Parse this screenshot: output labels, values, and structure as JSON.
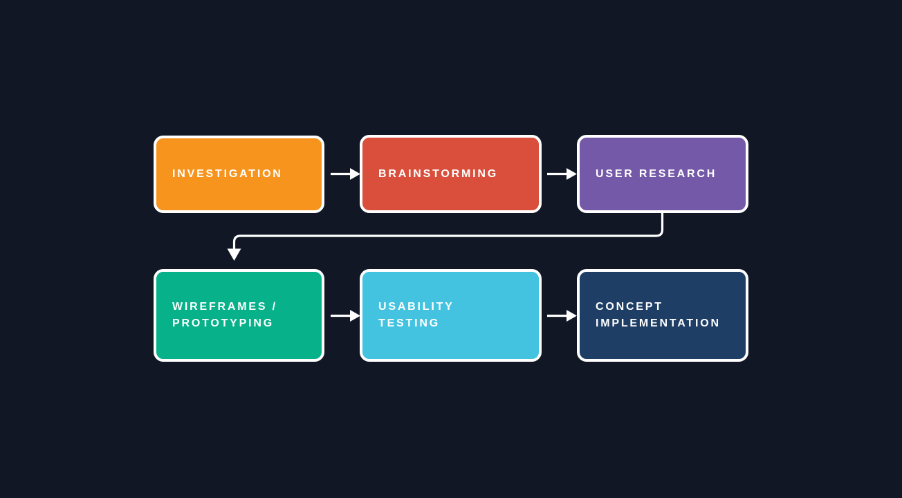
{
  "canvas": {
    "background_color": "#121726",
    "connector_color": "#ffffff",
    "node_border_color": "#ffffff",
    "node_text_color": "#ffffff"
  },
  "flowchart": {
    "nodes": [
      {
        "id": "investigation",
        "label": "INVESTIGATION",
        "lines": [
          "INVESTIGATION"
        ],
        "color": "#F7941E",
        "row": 1,
        "col": 1
      },
      {
        "id": "brainstorming",
        "label": "BRAINSTORMING",
        "lines": [
          "BRAINSTORMING"
        ],
        "color": "#D94F3B",
        "row": 1,
        "col": 2
      },
      {
        "id": "user-research",
        "label": "USER RESEARCH",
        "lines": [
          "USER RESEARCH"
        ],
        "color": "#7459A8",
        "row": 1,
        "col": 3
      },
      {
        "id": "wireframes-prototyping",
        "label": "WIREFRAMES / PROTOTYPING",
        "lines": [
          "WIREFRAMES /",
          "PROTOTYPING"
        ],
        "color": "#07B189",
        "row": 2,
        "col": 1
      },
      {
        "id": "usability-testing",
        "label": "USABILITY TESTING",
        "lines": [
          "USABILITY",
          "TESTING"
        ],
        "color": "#43C3E0",
        "row": 2,
        "col": 2
      },
      {
        "id": "concept-implementation",
        "label": "CONCEPT IMPLEMENTATION",
        "lines": [
          "CONCEPT",
          "IMPLEMENTATION"
        ],
        "color": "#1E3E66",
        "row": 2,
        "col": 3
      }
    ],
    "connections": [
      {
        "from": "investigation",
        "to": "brainstorming",
        "style": "straight-right-arrow"
      },
      {
        "from": "brainstorming",
        "to": "user-research",
        "style": "straight-right-arrow"
      },
      {
        "from": "user-research",
        "to": "wireframes-prototyping",
        "style": "elbow-down-left-down-arrow"
      },
      {
        "from": "wireframes-prototyping",
        "to": "usability-testing",
        "style": "straight-right-arrow"
      },
      {
        "from": "usability-testing",
        "to": "concept-implementation",
        "style": "straight-right-arrow"
      }
    ]
  }
}
